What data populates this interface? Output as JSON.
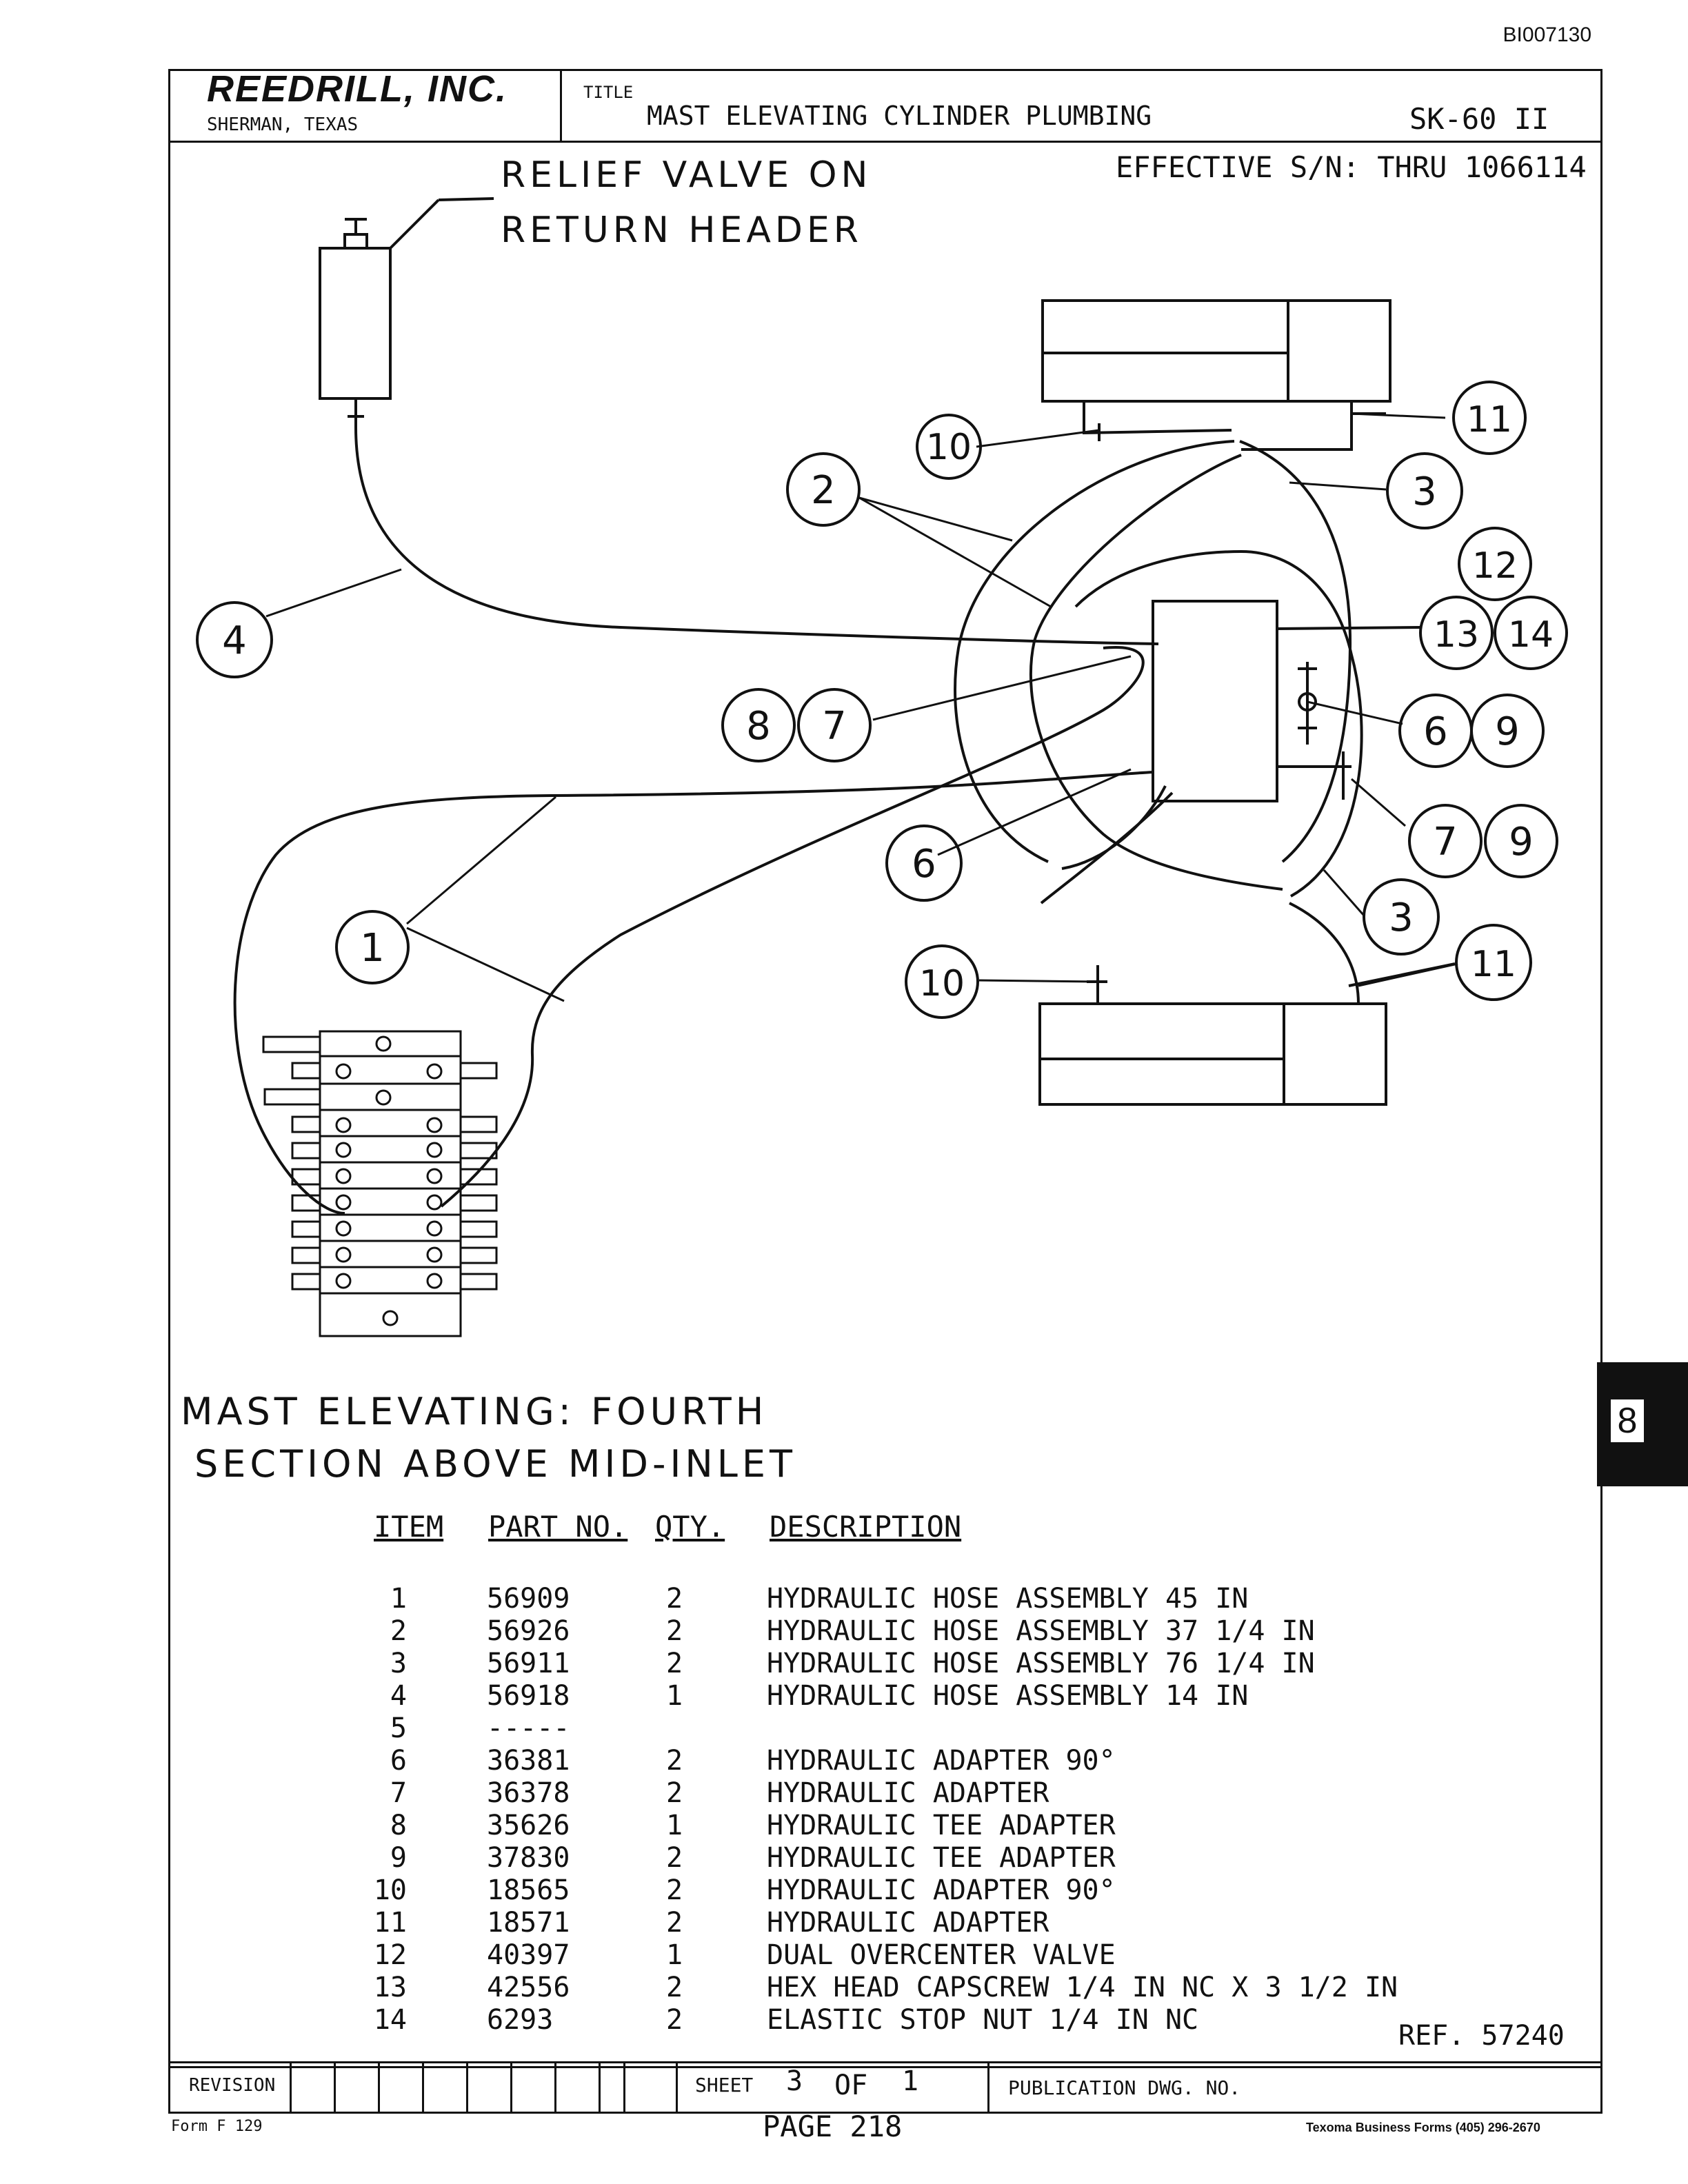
{
  "document": {
    "doc_id": "BI007130",
    "company": "REEDRILL, INC.",
    "city": "SHERMAN, TEXAS",
    "title_label": "TITLE",
    "title": "MAST ELEVATING CYLINDER PLUMBING",
    "model": "SK-60 II",
    "effective": "EFFECTIVE S/N: THRU 1066114",
    "callout_note_line1": "RELIEF VALVE ON",
    "callout_note_line2": "RETURN HEADER",
    "caption_line1": "MAST ELEVATING: FOURTH",
    "caption_line2": "SECTION ABOVE MID-INLET",
    "ref": "REF. 57240",
    "tab_number": "8"
  },
  "diagram": {
    "callouts": [
      "10",
      "11",
      "2",
      "3",
      "12",
      "13",
      "14",
      "4",
      "8",
      "7",
      "6",
      "9",
      "7",
      "9",
      "6",
      "3",
      "1",
      "10",
      "11"
    ]
  },
  "parts_table": {
    "headers": [
      "ITEM",
      "PART NO.",
      "QTY.",
      "DESCRIPTION"
    ],
    "rows": [
      {
        "item": "1",
        "part": "56909",
        "qty": "2",
        "desc": "HYDRAULIC HOSE ASSEMBLY 45 IN"
      },
      {
        "item": "2",
        "part": "56926",
        "qty": "2",
        "desc": "HYDRAULIC HOSE ASSEMBLY 37 1/4 IN"
      },
      {
        "item": "3",
        "part": "56911",
        "qty": "2",
        "desc": "HYDRAULIC HOSE ASSEMBLY 76 1/4 IN"
      },
      {
        "item": "4",
        "part": "56918",
        "qty": "1",
        "desc": "HYDRAULIC HOSE ASSEMBLY 14 IN"
      },
      {
        "item": "5",
        "part": "-----",
        "qty": "",
        "desc": ""
      },
      {
        "item": "6",
        "part": "36381",
        "qty": "2",
        "desc": "HYDRAULIC ADAPTER 90°"
      },
      {
        "item": "7",
        "part": "36378",
        "qty": "2",
        "desc": "HYDRAULIC ADAPTER"
      },
      {
        "item": "8",
        "part": "35626",
        "qty": "1",
        "desc": "HYDRAULIC TEE ADAPTER"
      },
      {
        "item": "9",
        "part": "37830",
        "qty": "2",
        "desc": "HYDRAULIC TEE ADAPTER"
      },
      {
        "item": "10",
        "part": "18565",
        "qty": "2",
        "desc": "HYDRAULIC ADAPTER 90°"
      },
      {
        "item": "11",
        "part": "18571",
        "qty": "2",
        "desc": "HYDRAULIC ADAPTER"
      },
      {
        "item": "12",
        "part": "40397",
        "qty": "1",
        "desc": "DUAL OVERCENTER VALVE"
      },
      {
        "item": "13",
        "part": "42556",
        "qty": "2",
        "desc": "HEX HEAD CAPSCREW 1/4 IN NC X 3 1/2 IN"
      },
      {
        "item": "14",
        "part": "6293",
        "qty": "2",
        "desc": "ELASTIC STOP NUT 1/4 IN NC"
      }
    ]
  },
  "footer": {
    "revision_label": "REVISION",
    "sheet_label": "SHEET",
    "sheet_number": "3",
    "sheet_of": "OF",
    "sheet_total": "1",
    "publication_label": "PUBLICATION DWG. NO.",
    "form_number": "Form F 129",
    "page": "PAGE 218",
    "printer": "Texoma Business Forms (405) 296-2670"
  }
}
